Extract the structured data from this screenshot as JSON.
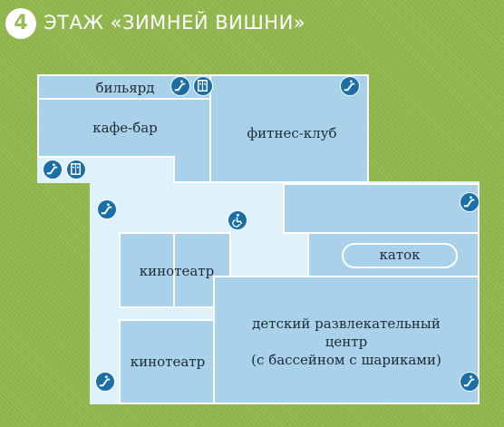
{
  "header": {
    "floor_number": "4",
    "floor_title": "ЭТАЖ «ЗИМНЕЙ ВИШНИ»"
  },
  "rooms": {
    "billiards": "бильярд",
    "cafe_bar": "кафе-бар",
    "fitness_club": "фитнес-клуб",
    "ice_rink": "каток",
    "cinema_1": "кинотеатр",
    "cinema_2": "кинотеатр",
    "kids_center_line1": "детский развлекательный",
    "kids_center_line2": "центр",
    "kids_center_line3": "(с бассейном с шариками)"
  },
  "icons": [
    "escalator-icon",
    "elevator-icon",
    "wheelchair-icon"
  ],
  "colors": {
    "background": "#8fb54a",
    "room_fill": "#a9d2ea",
    "corridor_fill": "#dff1fa",
    "icon_fill": "#1a6fa6"
  }
}
